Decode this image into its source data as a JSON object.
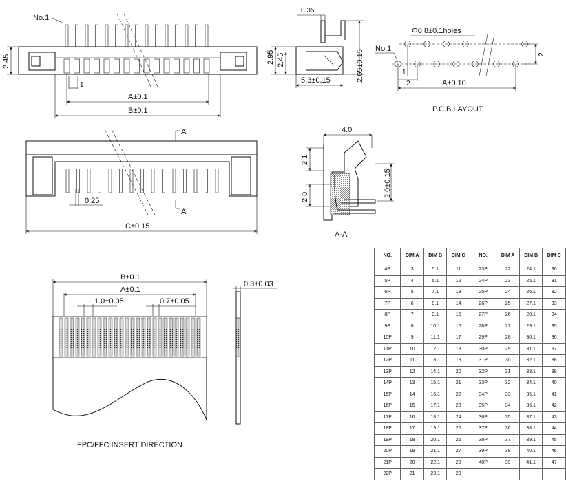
{
  "labels": {
    "no1_top": "No.1",
    "no1_pcb": "No.1",
    "dim_245_left": "2.45",
    "dim_1": "1",
    "dim_a_top": "A±0.1",
    "dim_b_top": "B±0.1",
    "dim_035": "0.35",
    "dim_295": "2.95",
    "dim_245_side": "2.45",
    "dim_265": "2.65±0.15",
    "dim_53": "5.3±0.15",
    "holes": "Φ0.8±0.1holes",
    "pcb_1": "1",
    "pcb_2h": "2",
    "pcb_2v": "2",
    "pcb_a": "A±0.10",
    "pcb_title": "P.C.B LAYOUT",
    "sec_a_top": "A",
    "sec_a_bot": "A",
    "dim_025": "0.25",
    "dim_c": "C±0.15",
    "dim_40": "4.0",
    "dim_21": "2.1",
    "dim_20v": "2.0",
    "dim_20_015": "2.0±0.15",
    "aa_title": "A-A",
    "fpc_b": "B±0.1",
    "fpc_a": "A±0.1",
    "fpc_10": "1.0±0.05",
    "fpc_07": "0.7±0.05",
    "fpc_03": "0.3±0.03",
    "fpc_title": "FPC/FFC INSERT DIRECTION"
  },
  "table": {
    "headers": [
      "NO.",
      "DIM A",
      "DIM B",
      "DIM C",
      "NO.",
      "DIM A",
      "DIM B",
      "DIM C"
    ],
    "rows": [
      [
        "4P",
        "3",
        "5.1",
        "11",
        "23P",
        "22",
        "24.1",
        "30"
      ],
      [
        "5P",
        "4",
        "6.1",
        "12",
        "24P",
        "23",
        "25.1",
        "31"
      ],
      [
        "6P",
        "5",
        "7.1",
        "13",
        "25P",
        "24",
        "26.1",
        "32"
      ],
      [
        "7P",
        "6",
        "8.1",
        "14",
        "26P",
        "25",
        "27.1",
        "33"
      ],
      [
        "8P",
        "7",
        "9.1",
        "15",
        "27P",
        "26",
        "28.1",
        "34"
      ],
      [
        "9P",
        "8",
        "10.1",
        "16",
        "28P",
        "27",
        "29.1",
        "35"
      ],
      [
        "10P",
        "9",
        "11.1",
        "17",
        "29P",
        "28",
        "30.1",
        "36"
      ],
      [
        "11P",
        "10",
        "12.1",
        "18",
        "30P",
        "29",
        "31.1",
        "37"
      ],
      [
        "12P",
        "11",
        "13.1",
        "19",
        "31P",
        "30",
        "32.1",
        "38"
      ],
      [
        "13P",
        "12",
        "14.1",
        "20",
        "32P",
        "31",
        "33.1",
        "39"
      ],
      [
        "14P",
        "13",
        "15.1",
        "21",
        "33P",
        "32",
        "34.1",
        "40"
      ],
      [
        "15P",
        "14",
        "16.1",
        "22",
        "34P",
        "33",
        "35.1",
        "41"
      ],
      [
        "16P",
        "15",
        "17.1",
        "23",
        "35P",
        "34",
        "36.1",
        "42"
      ],
      [
        "17P",
        "16",
        "18.1",
        "24",
        "36P",
        "35",
        "37.1",
        "43"
      ],
      [
        "18P",
        "17",
        "19.1",
        "25",
        "37P",
        "36",
        "38.1",
        "44"
      ],
      [
        "19P",
        "18",
        "20.1",
        "26",
        "38P",
        "37",
        "39.1",
        "45"
      ],
      [
        "20P",
        "19",
        "21.1",
        "27",
        "39P",
        "38",
        "40.1",
        "46"
      ],
      [
        "21P",
        "20",
        "22.1",
        "28",
        "40P",
        "39",
        "41.1",
        "47"
      ],
      [
        "22P",
        "21",
        "23.1",
        "29",
        "",
        "",
        "",
        ""
      ]
    ]
  }
}
